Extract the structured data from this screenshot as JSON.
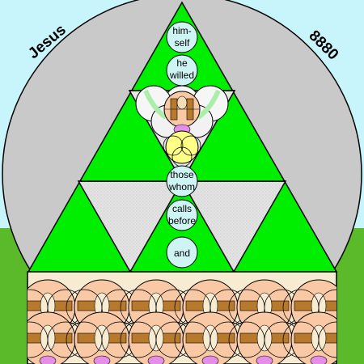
{
  "corner_labels": {
    "left": "Jesus",
    "right": "8880"
  },
  "circle_labels": {
    "c1": [
      "him-",
      "self"
    ],
    "c2": [
      "he",
      "willed"
    ],
    "c3": [
      "those",
      "whom"
    ],
    "c4": [
      "calls",
      "before"
    ],
    "c5": [
      "and"
    ]
  },
  "colors": {
    "sky": "#c8f4fb",
    "disc": "#c9c9c9",
    "green": "#00ee00",
    "dark_green": "#5aba2a",
    "pale_circle": "#cff4f4",
    "yellow": "#ffff88",
    "tile_bg": "#f7ecd2",
    "tile_circle": "#f9c9a6",
    "brown": "#b77a2c",
    "lilac": "#e58ee8"
  }
}
